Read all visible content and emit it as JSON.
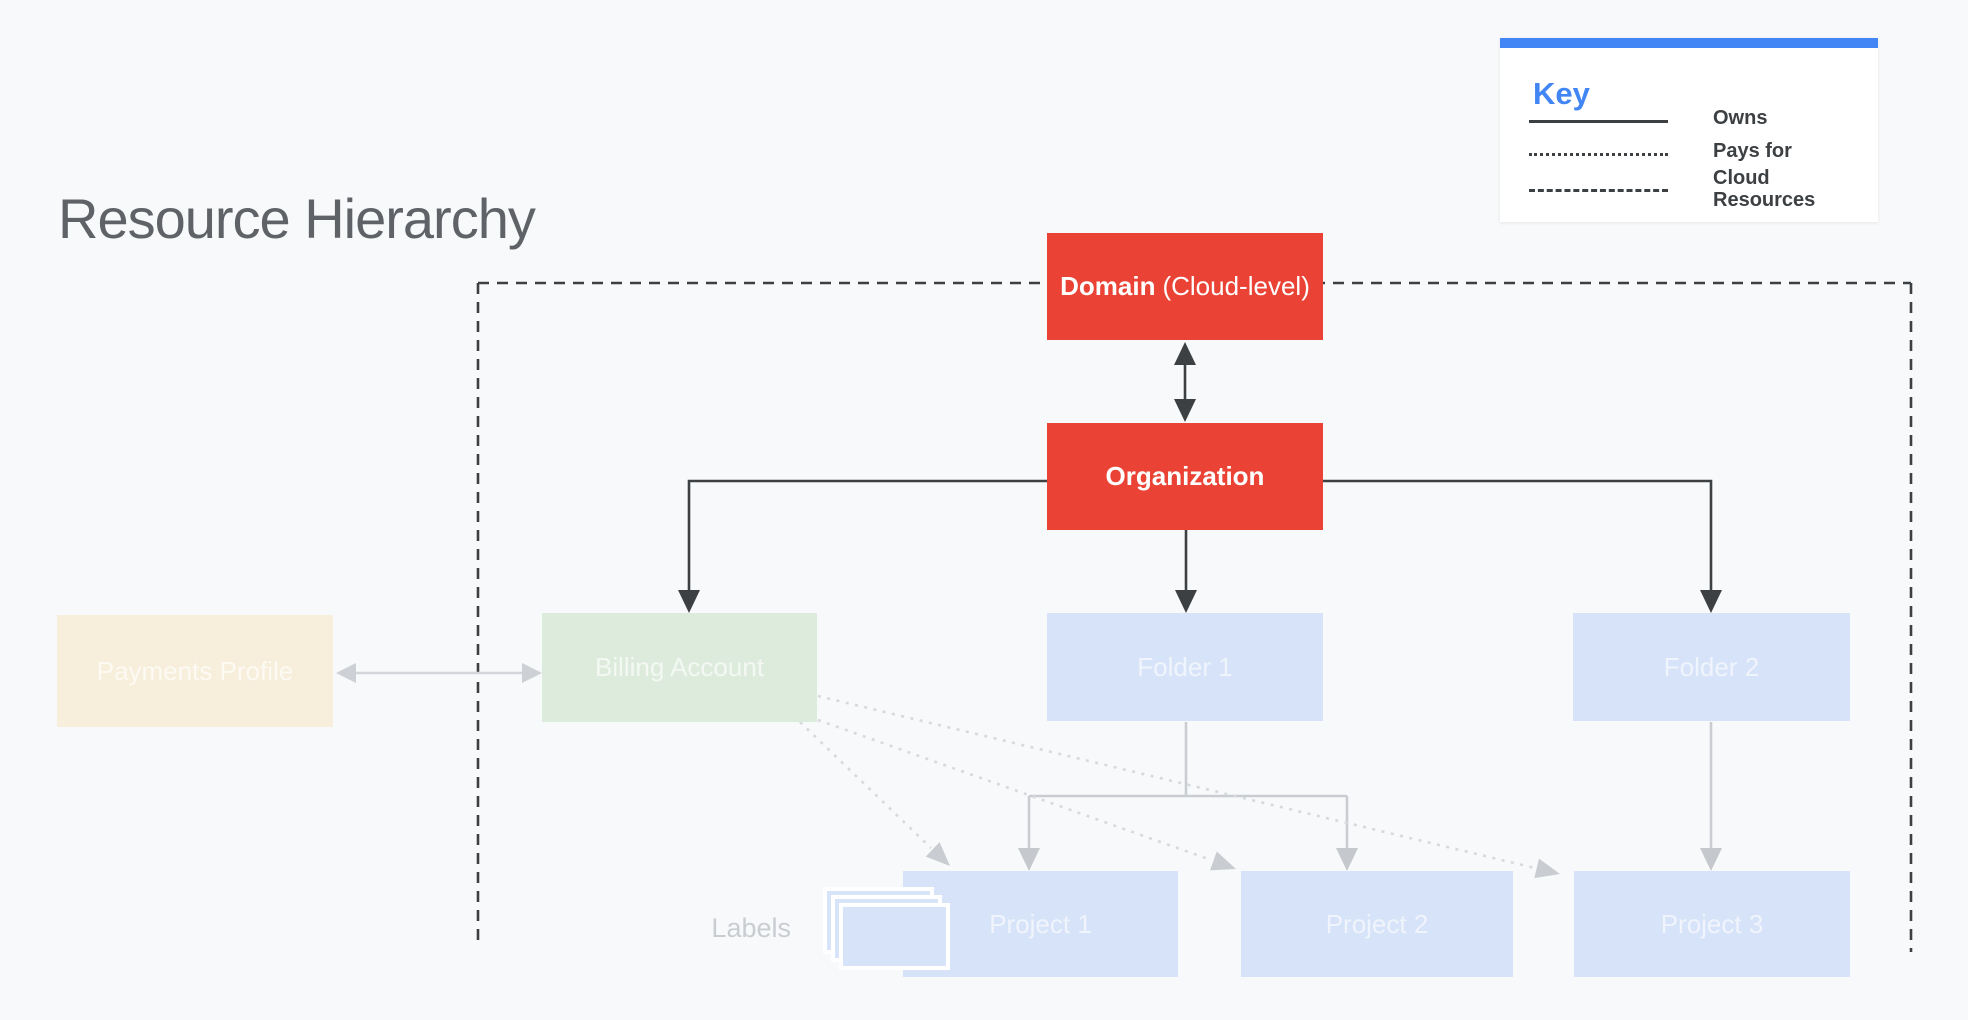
{
  "title": "Resource Hierarchy",
  "key": {
    "heading": "Key",
    "entries": [
      {
        "label": "Owns",
        "style": "solid"
      },
      {
        "label": "Pays for",
        "style": "dotted"
      },
      {
        "label": "Cloud Resources",
        "style": "dashed"
      }
    ]
  },
  "nodes": {
    "domain_primary": "Domain",
    "domain_secondary": "(Cloud-level)",
    "organization": "Organization",
    "payments_profile": "Payments Profile",
    "billing_account": "Billing Account",
    "folder_1": "Folder 1",
    "folder_2": "Folder 2",
    "project_1": "Project 1",
    "project_2": "Project 2",
    "project_3": "Project 3"
  },
  "captions": {
    "labels": "Labels"
  },
  "colors": {
    "background": "#F8F9FA",
    "accent_red": "#EA4335",
    "accent_blue": "#4285F4",
    "node_light_blue": "#D7E3F8",
    "node_light_green": "#DDEBDD",
    "node_cream": "#F7EFDB",
    "dark_line": "#3C4043",
    "gray_line": "#C9CCD0",
    "title_gray": "#5F6368"
  }
}
